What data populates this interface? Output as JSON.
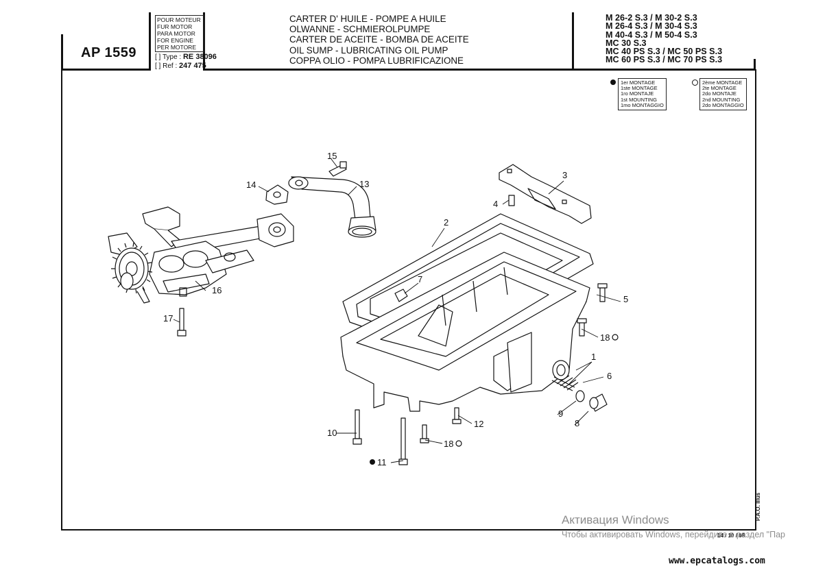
{
  "header": {
    "plate_code": "AP 1559",
    "engine_labels": [
      "POUR MOTEUR",
      "FUR MOTOR",
      "PARA MOTOR",
      "FOR ENGINE",
      "PER MOTORE"
    ],
    "type_label": "Type :",
    "type_value": "RE 38096",
    "ref_label": "Ref :",
    "ref_value": "247 475",
    "titles": [
      "CARTER D' HUILE - POMPE A HUILE",
      "OLWANNE - SCHMIEROLPUMPE",
      "CARTER DE ACEITE - BOMBA DE ACEITE",
      "OIL SUMP - LUBRICATING OIL PUMP",
      "COPPA OLIO - POMPA LUBRIFICAZIONE"
    ],
    "models": [
      "M 26-2 S.3 / M 30-2 S.3",
      "M 26-4 S.3 / M 30-4 S.3",
      "M 40-4 S.3 / M 50-4 S.3",
      "MC 30 S.3",
      "MC 40 PS S.3 / MC 50 PS S.3",
      "MC 60 PS S.3 / MC 70 PS S.3"
    ]
  },
  "legend": {
    "first_mounting": [
      "1er MONTAGE",
      "1ste MONTAGE",
      "1ro MONTAJE",
      "1st MOUNTING",
      "1mo MONTAGGIO"
    ],
    "second_mounting": [
      "2ème MONTAGE",
      "2te MONTAGE",
      "2do MONTAJE",
      "2nd MOUNTING",
      "2do MONTAGGIO"
    ]
  },
  "callouts": {
    "c1": "1",
    "c2": "2",
    "c3": "3",
    "c4": "4",
    "c5": "5",
    "c6": "6",
    "c7": "7",
    "c8": "8",
    "c9": "9",
    "c10": "10",
    "c11": "11",
    "c12": "12",
    "c13": "13",
    "c14": "14",
    "c15": "15",
    "c16": "16",
    "c17": "17",
    "c18a": "18",
    "c18b": "18"
  },
  "stamp": {
    "illus": "P.A.O. Illus",
    "date": "14 / 10 / 08"
  },
  "watermark": {
    "line1": "Активация Windows",
    "line2": "Чтобы активировать Windows, перейдите в раздел \"Пар"
  },
  "site": "www.epcatalogs.com",
  "colors": {
    "ink": "#111111",
    "watermark": "#8d8d8d"
  }
}
